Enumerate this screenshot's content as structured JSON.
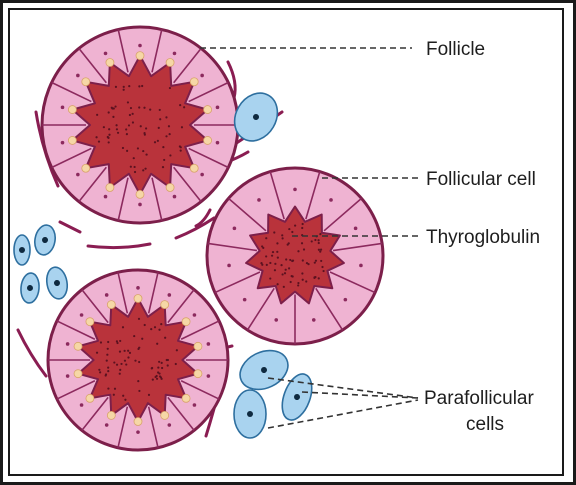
{
  "labels": {
    "follicle": "Follicle",
    "follicular_cell": "Follicular cell",
    "thyroglobulin": "Thyroglobulin",
    "parafollicular_line1": "Parafollicular",
    "parafollicular_line2": "cells"
  },
  "colors": {
    "colloid": "#b9333b",
    "colloid_dot": "#5c1220",
    "cell_fill": "#efb3d2",
    "cell_border": "#8c2a5e",
    "follicle_rim": "#7c1f4a",
    "parafollicular_fill": "#a9d3ef",
    "parafollicular_border": "#2e6f9f",
    "nucleus": "#0f2a40",
    "vesicle": "#f6d7a6",
    "leader_line": "#333333",
    "capillary": "#8a1d52"
  }
}
